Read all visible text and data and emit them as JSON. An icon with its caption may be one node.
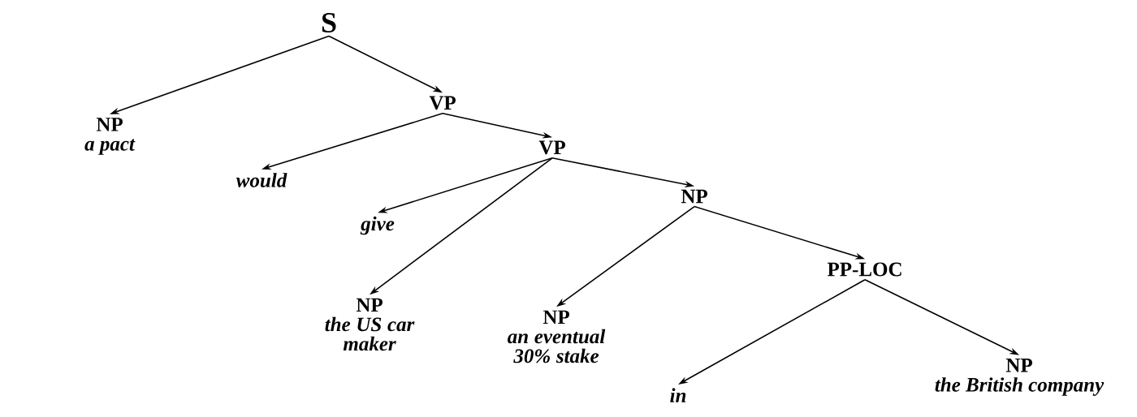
{
  "diagram": {
    "nodes": [
      {
        "text": [
          "S"
        ]
      },
      {
        "text": [
          "NP",
          "a pact"
        ]
      },
      {
        "text": [
          "VP"
        ]
      },
      {
        "text": [
          "would"
        ]
      },
      {
        "text": [
          "VP"
        ]
      },
      {
        "text": [
          "give"
        ]
      },
      {
        "text": [
          "NP",
          "the US car maker"
        ]
      },
      {
        "text": [
          "NP"
        ]
      },
      {
        "text": [
          "NP",
          "an eventual 30% stake"
        ]
      },
      {
        "text": [
          "PP-LOC"
        ]
      },
      {
        "text": [
          "in"
        ]
      },
      {
        "text": [
          "NP",
          "the British company"
        ]
      }
    ],
    "edges": [
      {
        "from": 0,
        "to": 1,
        "arrow": "to"
      },
      {
        "from": 0,
        "to": 2,
        "arrow": "to"
      },
      {
        "from": 2,
        "to": 3,
        "arrow": "to"
      },
      {
        "from": 2,
        "to": 4,
        "arrow": "to"
      },
      {
        "from": 4,
        "to": 5,
        "arrow": "to"
      },
      {
        "from": 4,
        "to": 6,
        "arrow": "to"
      },
      {
        "from": 4,
        "to": 7,
        "arrow": "to"
      },
      {
        "from": 7,
        "to": 8,
        "arrow": "to"
      },
      {
        "from": 7,
        "to": 9,
        "arrow": "to"
      },
      {
        "from": 9,
        "to": 10,
        "arrow": "to"
      },
      {
        "from": 9,
        "to": 11,
        "arrow": "to"
      }
    ]
  }
}
